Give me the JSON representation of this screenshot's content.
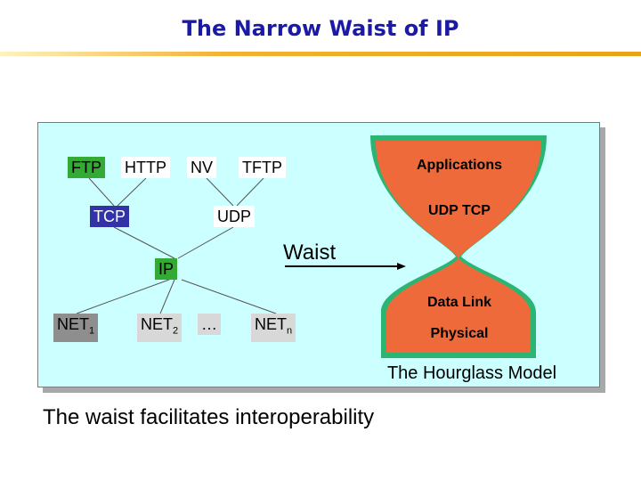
{
  "slide": {
    "title": "The Narrow Waist of IP",
    "bottom_text": "The waist facilitates interoperability"
  },
  "stack": {
    "applications": [
      "FTP",
      "HTTP",
      "NV",
      "TFTP"
    ],
    "transport": [
      "TCP",
      "UDP"
    ],
    "network": "IP",
    "links": {
      "net1_base": "NET",
      "net1_sub": "1",
      "net2_base": "NET",
      "net2_sub": "2",
      "ellipsis": "…",
      "netn_base": "NET",
      "netn_sub": "n"
    }
  },
  "waist_label": "Waist",
  "hourglass": {
    "top": "Applications",
    "upper": "UDP  TCP",
    "lower_top": "Data Link",
    "lower": "Physical",
    "caption": "The Hourglass Model"
  },
  "colors": {
    "title": "#1a1aa6",
    "panel": "#ccffff",
    "hourglass_fill": "#ef6a3a",
    "hourglass_rim": "#2bb573",
    "ip_green": "#33aa33",
    "tcp_blue": "#3333a8"
  }
}
